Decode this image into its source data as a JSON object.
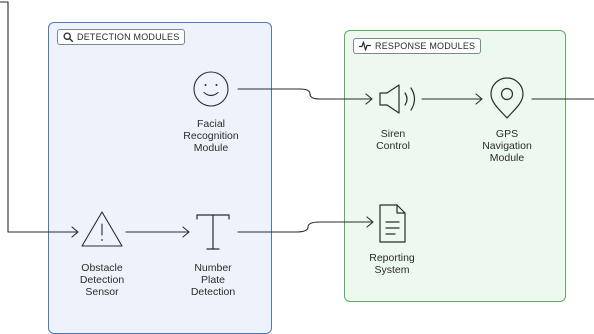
{
  "detection_panel": {
    "title": "DETECTION MODULES",
    "title_icon": "search-icon",
    "modules": [
      {
        "id": "facial",
        "label": "Facial\nRecognition\nModule",
        "icon": "smiley-face-icon"
      },
      {
        "id": "obstacle",
        "label": "Obstacle\nDetection\nSensor",
        "icon": "warning-triangle-icon"
      },
      {
        "id": "plate",
        "label": "Number\nPlate\nDetection",
        "icon": "text-t-icon"
      }
    ]
  },
  "response_panel": {
    "title": "RESPONSE MODULES",
    "title_icon": "pulse-icon",
    "modules": [
      {
        "id": "siren",
        "label": "Siren\nControl",
        "icon": "speaker-icon"
      },
      {
        "id": "gps",
        "label": "GPS\nNavigation\nModule",
        "icon": "map-pin-icon"
      },
      {
        "id": "report",
        "label": "Reporting\nSystem",
        "icon": "document-icon"
      }
    ]
  },
  "colors": {
    "detection_border": "#4a78c4",
    "detection_fill": "#eef3fb",
    "response_border": "#5aae5f",
    "response_fill": "#edf8ee",
    "stroke": "#2b2b2b"
  }
}
